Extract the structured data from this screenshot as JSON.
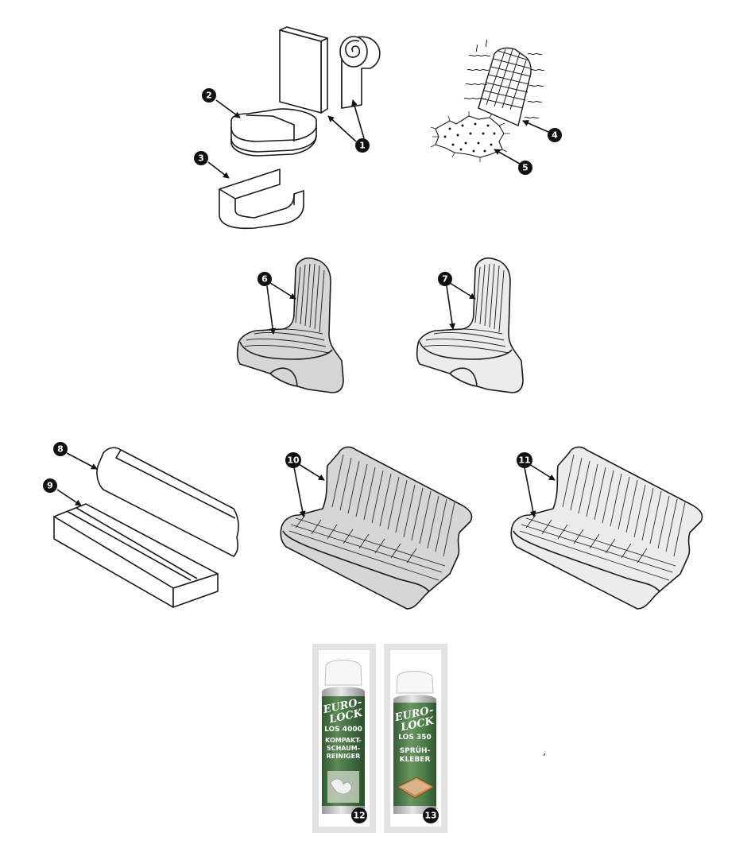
{
  "parts": [
    {
      "id": "1",
      "label": "1"
    },
    {
      "id": "2",
      "label": "2"
    },
    {
      "id": "3",
      "label": "3"
    },
    {
      "id": "4",
      "label": "4"
    },
    {
      "id": "5",
      "label": "5"
    },
    {
      "id": "6",
      "label": "6"
    },
    {
      "id": "7",
      "label": "7"
    },
    {
      "id": "8",
      "label": "8"
    },
    {
      "id": "9",
      "label": "9"
    },
    {
      "id": "10",
      "label": "10"
    },
    {
      "id": "11",
      "label": "11"
    },
    {
      "id": "12",
      "label": "12"
    },
    {
      "id": "13",
      "label": "13"
    }
  ],
  "products": [
    {
      "brand_line1": "EURO-",
      "brand_line2": "LOCK",
      "code": "LOS 4000",
      "name_line1": "KOMPAKT-",
      "name_line2": "SCHAUM-",
      "name_line3": "REINIGER",
      "body_color": "#3f6b3f",
      "cap_color": "#ffffff"
    },
    {
      "brand_line1": "EURO-",
      "brand_line2": "LOCK",
      "code": "LOS 350",
      "name_line1": "SPRÜH-",
      "name_line2": "KLEBER",
      "name_line3": "",
      "body_color": "#4a7a48",
      "cap_color": "#ffffff"
    }
  ],
  "colors": {
    "line": "#1a1a1a",
    "dark_upholstery": "#d6d6d6",
    "light_upholstery": "#ececec",
    "callout": "#111111",
    "frame": "#e2e2e2"
  }
}
